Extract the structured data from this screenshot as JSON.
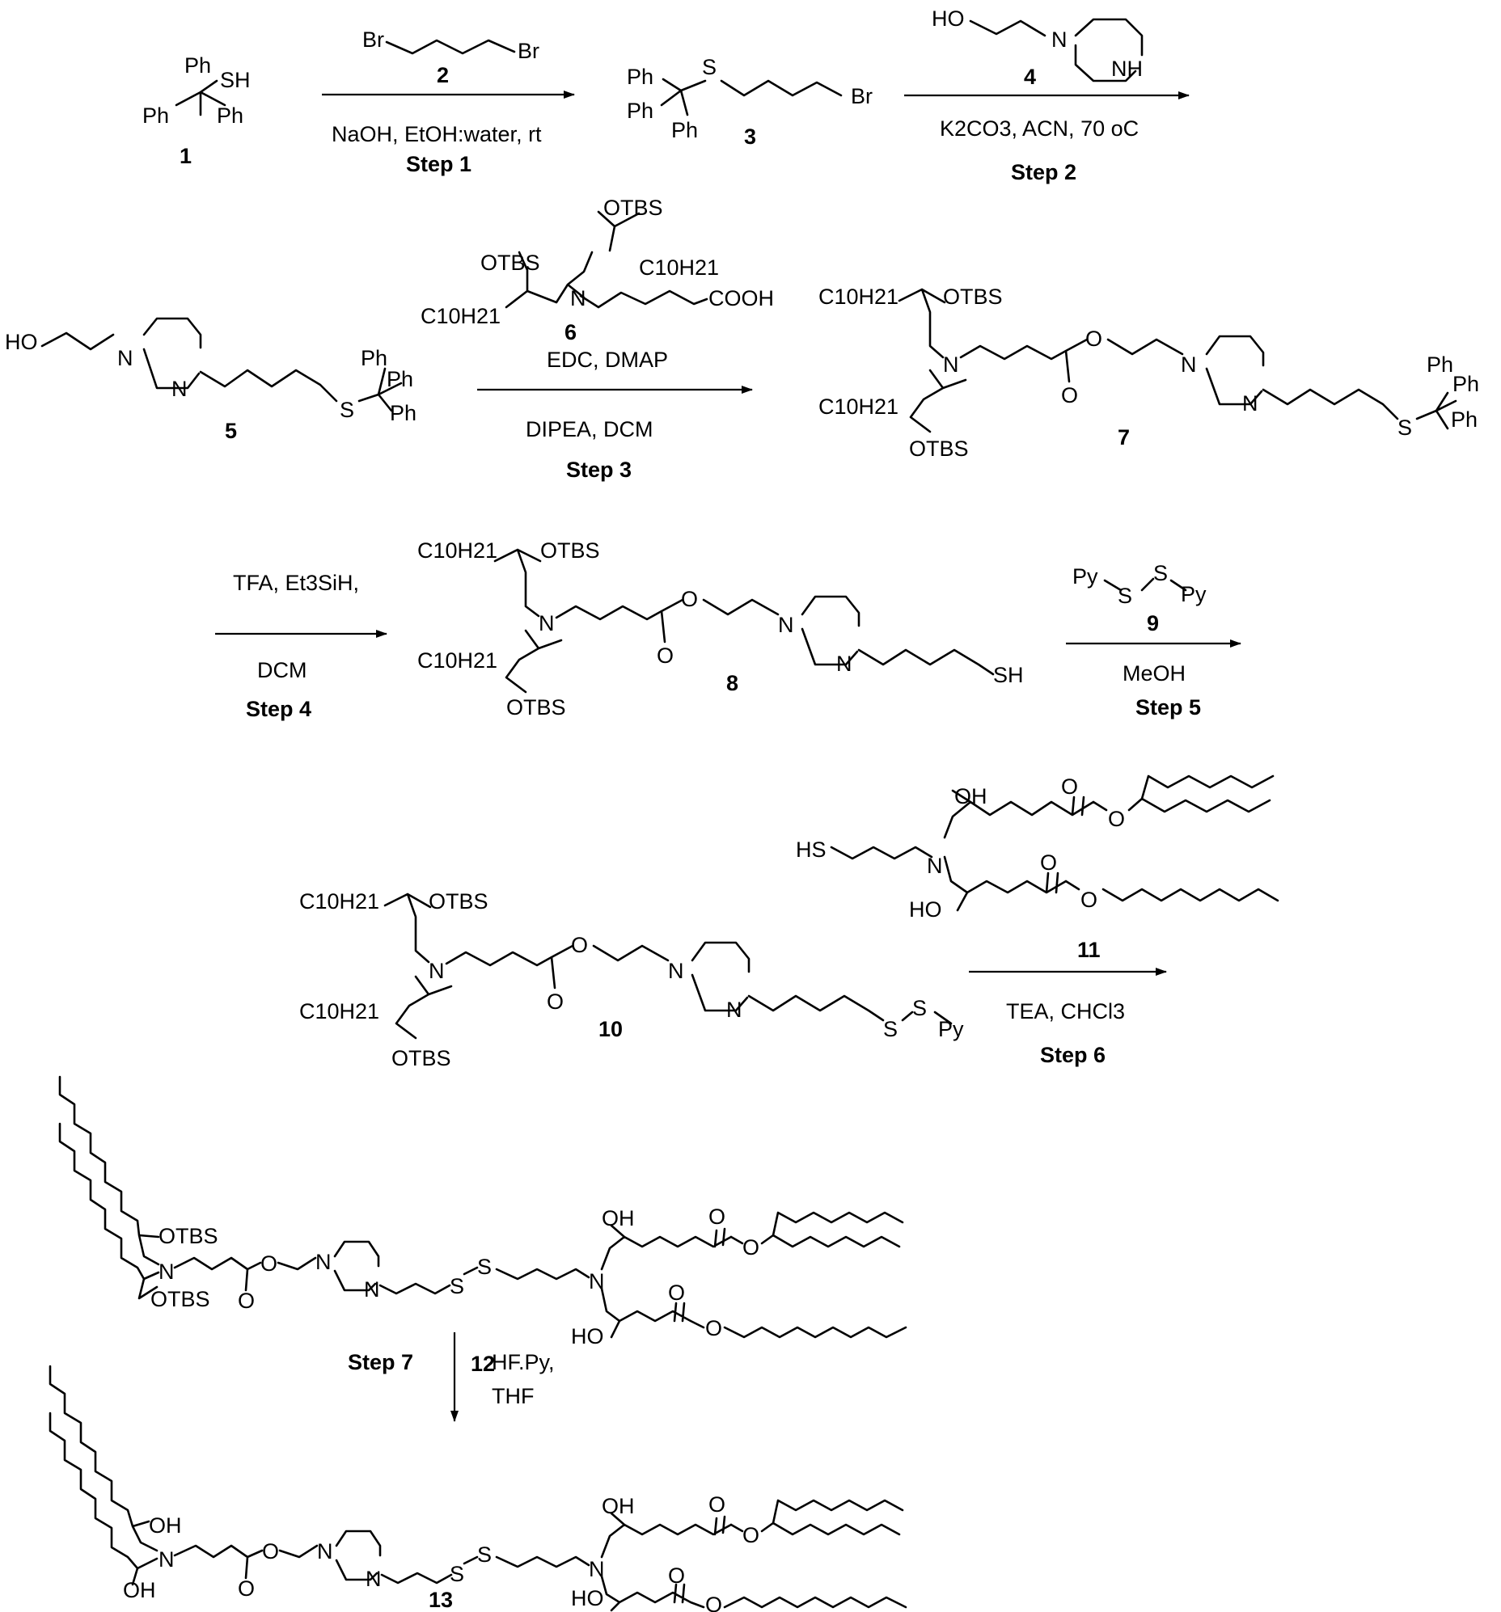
{
  "compounds": {
    "c1": {
      "number": "1",
      "labels": [
        "Ph",
        "SH",
        "Ph",
        "Ph"
      ]
    },
    "c2": {
      "number": "2",
      "labels": [
        "Br",
        "Br"
      ]
    },
    "c3": {
      "number": "3",
      "labels": [
        "Ph",
        "S",
        "Ph",
        "Ph",
        "Br"
      ]
    },
    "c4": {
      "number": "4",
      "labels": [
        "HO",
        "N",
        "NH"
      ]
    },
    "c5": {
      "number": "5",
      "labels": [
        "HO",
        "N",
        "N",
        "S",
        "Ph",
        "Ph",
        "Ph"
      ]
    },
    "c6": {
      "number": "6",
      "labels": [
        "OTBS",
        "OTBS",
        "C10H21",
        "C10H21",
        "N",
        "COOH"
      ]
    },
    "c7": {
      "number": "7",
      "labels": [
        "C10H21",
        "OTBS",
        "N",
        "O",
        "O",
        "N",
        "N",
        "S",
        "Ph",
        "Ph",
        "Ph",
        "C10H21",
        "OTBS"
      ]
    },
    "c8": {
      "number": "8",
      "labels": [
        "C10H21",
        "OTBS",
        "N",
        "O",
        "O",
        "N",
        "N",
        "SH",
        "C10H21",
        "OTBS"
      ]
    },
    "c9": {
      "number": "9",
      "labels": [
        "Py",
        "S",
        "S",
        "Py"
      ]
    },
    "c10": {
      "number": "10",
      "labels": [
        "C10H21",
        "OTBS",
        "N",
        "O",
        "O",
        "N",
        "N",
        "S",
        "S",
        "Py",
        "C10H21",
        "OTBS"
      ]
    },
    "c11": {
      "number": "11",
      "labels": [
        "OH",
        "HS",
        "N",
        "O",
        "O",
        "O",
        "O",
        "HO"
      ]
    },
    "c12": {
      "number": "12",
      "labels": [
        "OTBS",
        "N",
        "O",
        "O",
        "N",
        "N",
        "S",
        "S",
        "OH",
        "N",
        "O",
        "O",
        "OTBS",
        "HO",
        "O",
        "O"
      ]
    },
    "c13": {
      "number": "13",
      "labels": [
        "OH",
        "N",
        "O",
        "O",
        "N",
        "N",
        "S",
        "S",
        "OH",
        "N",
        "O",
        "O",
        "OH",
        "HO",
        "O",
        "O"
      ]
    }
  },
  "steps": [
    {
      "name": "Step 1",
      "conditions": [
        "NaOH, EtOH:water, rt"
      ]
    },
    {
      "name": "Step 2",
      "conditions": [
        "K2CO3, ACN, 70 oC"
      ]
    },
    {
      "name": "Step 3",
      "conditions": [
        "EDC, DMAP",
        "DIPEA, DCM"
      ]
    },
    {
      "name": "Step 4",
      "conditions": [
        "TFA, Et3SiH,",
        "DCM"
      ]
    },
    {
      "name": "Step 5",
      "conditions": [
        "MeOH"
      ]
    },
    {
      "name": "Step 6",
      "conditions": [
        "TEA, CHCl3"
      ]
    },
    {
      "name": "Step 7",
      "conditions": [
        "HF.Py,",
        "THF"
      ]
    }
  ]
}
